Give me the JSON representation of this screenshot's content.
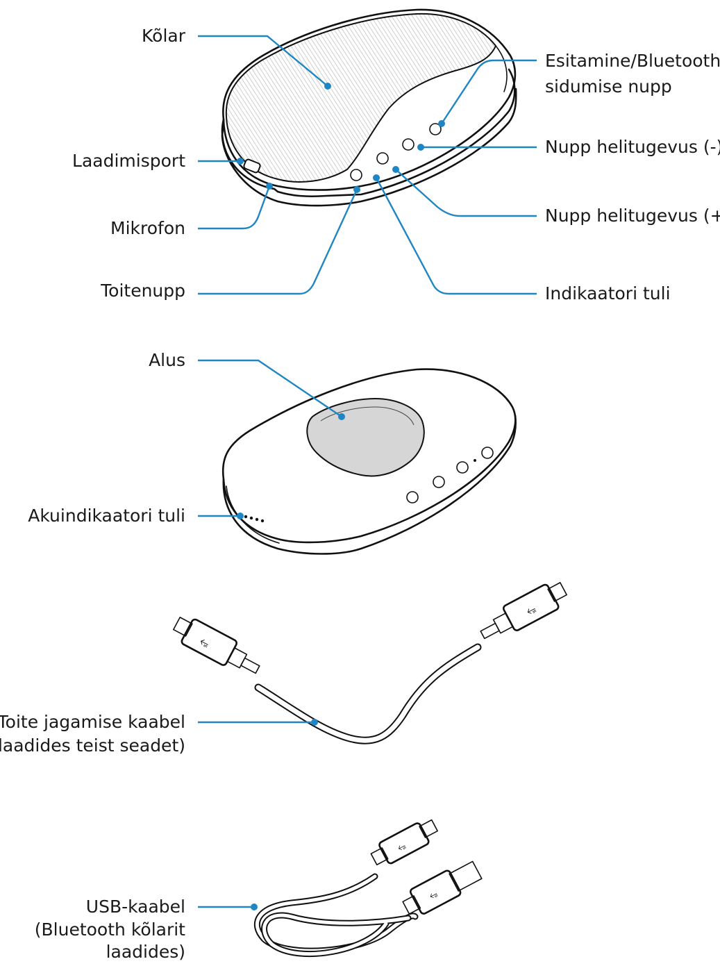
{
  "figure": {
    "sections": [
      {
        "id": "speaker",
        "labels": {
          "kolar": "Kõlar",
          "play_pair": [
            "Esitamine/Bluetoothi",
            "sidumise nupp"
          ],
          "charging_port": "Laadimisport",
          "vol_down": "Nupp helitugevus (-)",
          "microphone": "Mikrofon",
          "vol_up": "Nupp helitugevus (+)",
          "power": "Toitenupp",
          "indicator": "Indikaatori tuli"
        }
      },
      {
        "id": "base",
        "labels": {
          "base": "Alus",
          "battery_indicator": "Akuindikaatori tuli"
        }
      },
      {
        "id": "power-share-cable",
        "labels": {
          "cable": [
            "Toite jagamise kaabel",
            "(laadides teist seadet)"
          ]
        }
      },
      {
        "id": "usb-cable",
        "labels": {
          "cable": [
            "USB-kaabel",
            "(Bluetooth kõlarit",
            "laadides)"
          ]
        }
      }
    ]
  },
  "colors": {
    "leader": "#1f86c4",
    "outline": "#111111",
    "text": "#1a1a1a"
  }
}
